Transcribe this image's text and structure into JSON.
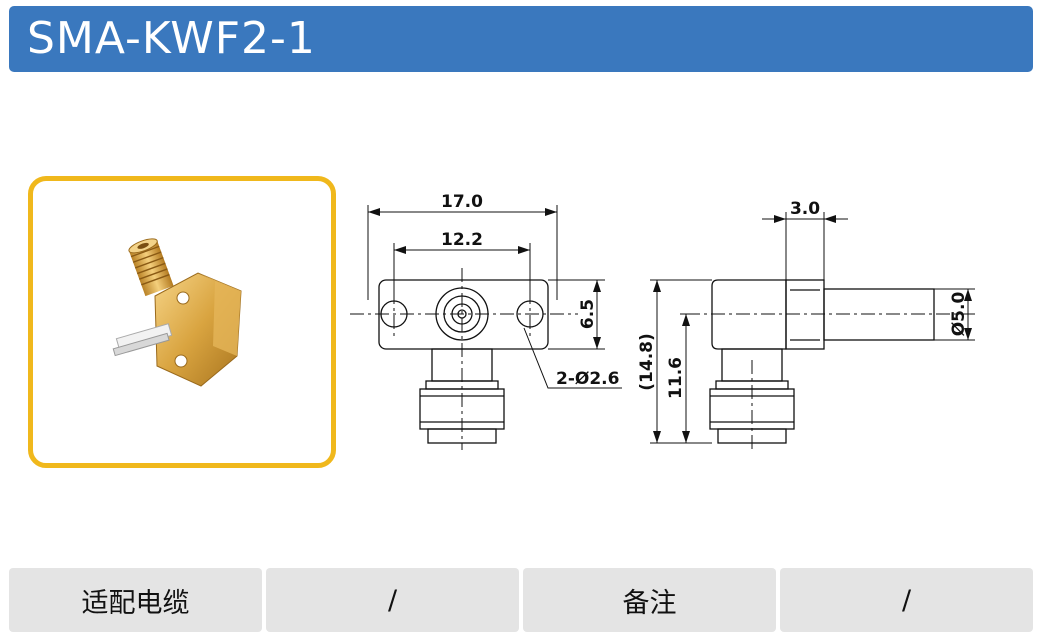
{
  "header": {
    "title": "SMA-KWF2-1"
  },
  "drawing": {
    "dims": {
      "overall_width": "17.0",
      "hole_spacing": "12.2",
      "flange_height": "6.5",
      "holes": "2-Ø2.6",
      "total_height": "(14.8)",
      "body_height": "11.6",
      "body_width": "3.0",
      "pin_diameter": "Ø5.0"
    }
  },
  "spec_table": {
    "cable_label": "适配电缆",
    "cable_value": "/",
    "note_label": "备注",
    "note_value": "/"
  },
  "colors": {
    "title_bar": "#3a78be",
    "frame": "#f0b81c",
    "table_cell": "#e4e4e4",
    "brass": "#d9a440"
  }
}
